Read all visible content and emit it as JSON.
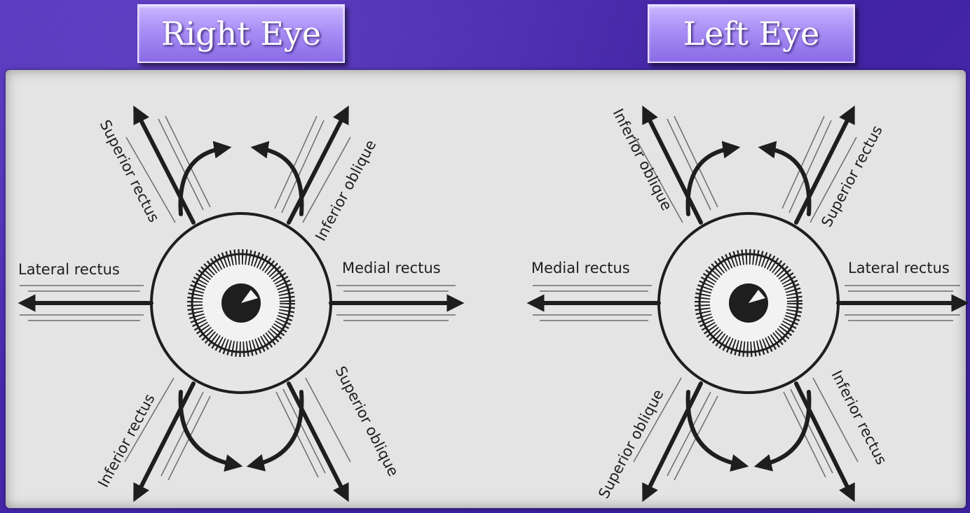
{
  "titles": {
    "right_eye": "Right Eye",
    "left_eye": "Left Eye"
  },
  "right_eye": {
    "superior_rectus": "Superior rectus",
    "inferior_oblique": "Inferior oblique",
    "lateral_rectus": "Lateral rectus",
    "medial_rectus": "Medial rectus",
    "inferior_rectus": "Inferior rectus",
    "superior_oblique": "Superior oblique"
  },
  "left_eye": {
    "inferior_oblique": "Inferior oblique",
    "superior_rectus": "Superior rectus",
    "medial_rectus": "Medial rectus",
    "lateral_rectus": "Lateral rectus",
    "superior_oblique": "Superior oblique",
    "inferior_rectus": "Inferior rectus"
  },
  "colors": {
    "background": "#4a2aa8",
    "title_button": "#a88ef5",
    "panel": "#e4e4e4",
    "ink": "#1e1e1e"
  }
}
